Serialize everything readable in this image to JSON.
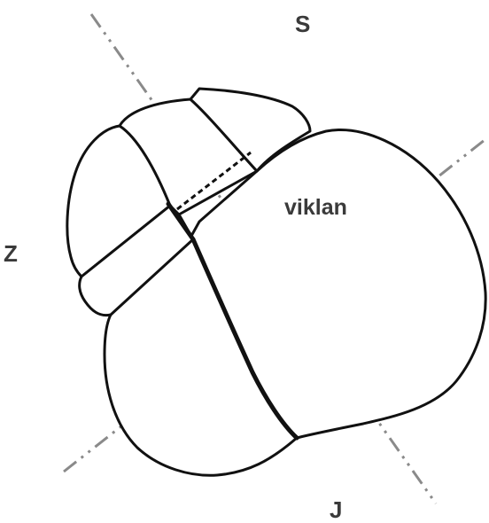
{
  "labels": {
    "north": "S",
    "west": "Z",
    "south": "J",
    "region": "viklan"
  },
  "colors": {
    "outline": "#111111",
    "axis": "#8a8a8a",
    "text": "#3a3a3a",
    "background": "#ffffff"
  }
}
